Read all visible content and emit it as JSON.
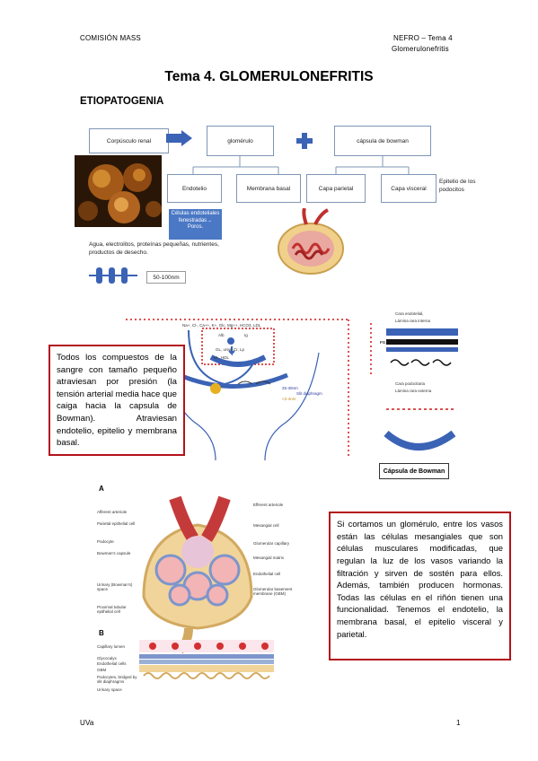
{
  "header": {
    "left": "COMISIÓN MASS",
    "right_line1": "NEFRO – Tema 4",
    "right_line2": "Glomerulonefritis"
  },
  "title": "Tema 4. GLOMERULONEFRITIS",
  "section": "ETIOPATOGENIA",
  "diagram": {
    "corpusculo": "Corpúsculo renal",
    "glomerulo": "glomérulo",
    "capsula": "cápsula de bowman",
    "endotelio": "Endotelio",
    "membrana_basal": "Membrana basal",
    "capa_parietal": "Capa parietal",
    "capa_visceral": "Capa visceral",
    "epitelio_note": "Epitelio de los podocitos",
    "celulas_note": "Células endoteliales fenestradas→ Poros.",
    "permeability_note": "Agua, electrolitos, proteínas pequeñas, nutrientes, productos de desecho.",
    "size": "50-100nm"
  },
  "filtration_figure": {
    "top_label": "Na+, Cl-, Ca++, K+, Glc, Mg++, HCO3, LDL",
    "alb": "Alb",
    "ig": "Ig",
    "hdl": "GL, urea, Cr, Lp",
    "ldl": "VL, HDL",
    "slit": "Slit diaphragm",
    "size1": "25-30nm",
    "size2": "<2-4nm",
    "cara_endotelial": "Cara endotelial,",
    "lamina_rara": "Lámina rara interna",
    "fg": "FG",
    "cara_podocitaria": "Cara podocitaria",
    "lamina_externa": "Lámina rara externa",
    "capsula_bowman": "Cápsula de Bowman"
  },
  "text_box_1": "Todos los compuestos de la sangre con tamaño pequeño atraviesan por presión (la tensión arterial media hace que caiga hacia la capsula de Bowman). Atraviesan endotelio, epitelio y membrana basal.",
  "glomerulus_figure": {
    "label_a": "A",
    "label_b": "B",
    "left_labels": [
      "Afferent arteriole",
      "Parietal epithelial cell",
      "Podocyte",
      "Bowman's capsule",
      "Urinary (Bowman's) space",
      "Proximal tubular epithelial cell"
    ],
    "right_labels": [
      "Efferent arteriole",
      "Mesangial cell",
      "Glomerular capillary",
      "Mesangial matrix",
      "Endothelial cell",
      "Glomerular basement membrane (GBM)"
    ],
    "b_labels": [
      "Capillary lumen",
      "Glycocalyx",
      "Endothelial cells",
      "GBM",
      "Podocytes, bridged by slit diaphragms",
      "Urinary space"
    ]
  },
  "text_box_2": "Si cortamos un glomérulo, entre los vasos están las células mesangiales que son células musculares modificadas, que regulan la luz de los vasos variando la filtración y sirven de sostén para ellos. Además, también producen hormonas. Todas las células en el riñón tienen una funcionalidad. Tenemos el endotelio, la membrana basal, el epitelio visceral y parietal.",
  "footer": {
    "left": "UVa",
    "page": "1"
  }
}
